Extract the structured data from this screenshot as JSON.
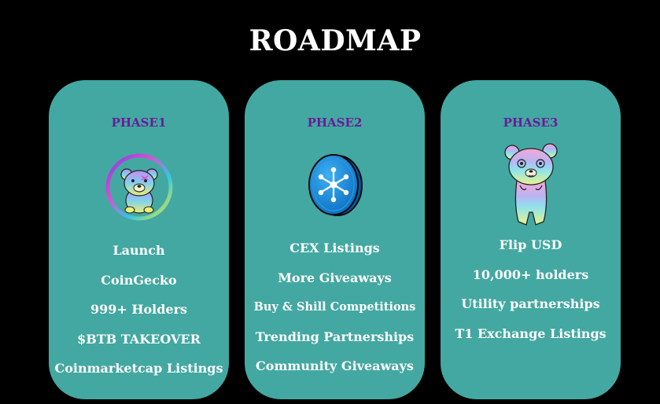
{
  "title": "ROADMAP",
  "colors": {
    "background": "#000000",
    "card": "#43a8a1",
    "phase_label": "#6a1b9a",
    "text": "#ffffff"
  },
  "phases": [
    {
      "label": "PHASE1",
      "icon": "bear-coin-icon",
      "items": [
        "Launch",
        "CoinGecko",
        "999+ Holders",
        "$BTB TAKEOVER",
        "Coinmarketcap Listings"
      ]
    },
    {
      "label": "PHASE2",
      "icon": "blue-network-coin-icon",
      "items": [
        "CEX Listings",
        "More Giveaways",
        "Buy & Shill Competitions",
        "Trending Partnerships",
        "Community Giveaways"
      ]
    },
    {
      "label": "PHASE3",
      "icon": "pastel-bear-icon",
      "items": [
        "Flip USD",
        "10,000+ holders",
        "Utility partnerships",
        "T1 Exchange Listings"
      ]
    }
  ]
}
